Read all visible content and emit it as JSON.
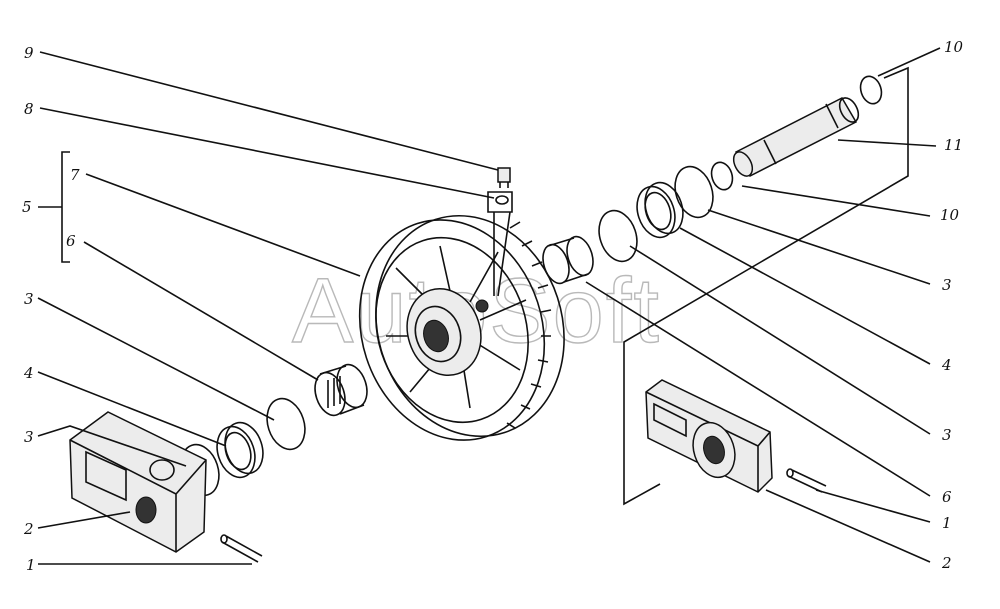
{
  "watermark": "AutoSoft",
  "callouts": {
    "c9": "9",
    "c8": "8",
    "c7": "7",
    "c6_left": "6",
    "c5": "5",
    "c3_left_upper": "3",
    "c4_left": "4",
    "c3_left_lower": "3",
    "c2_left": "2",
    "c1_left": "1",
    "c10_top": "10",
    "c11": "11",
    "c10_mid": "10",
    "c3_right_upper": "3",
    "c4_right": "4",
    "c3_right_lower": "3",
    "c6_right": "6",
    "c1_right": "1",
    "c2_right": "2"
  }
}
